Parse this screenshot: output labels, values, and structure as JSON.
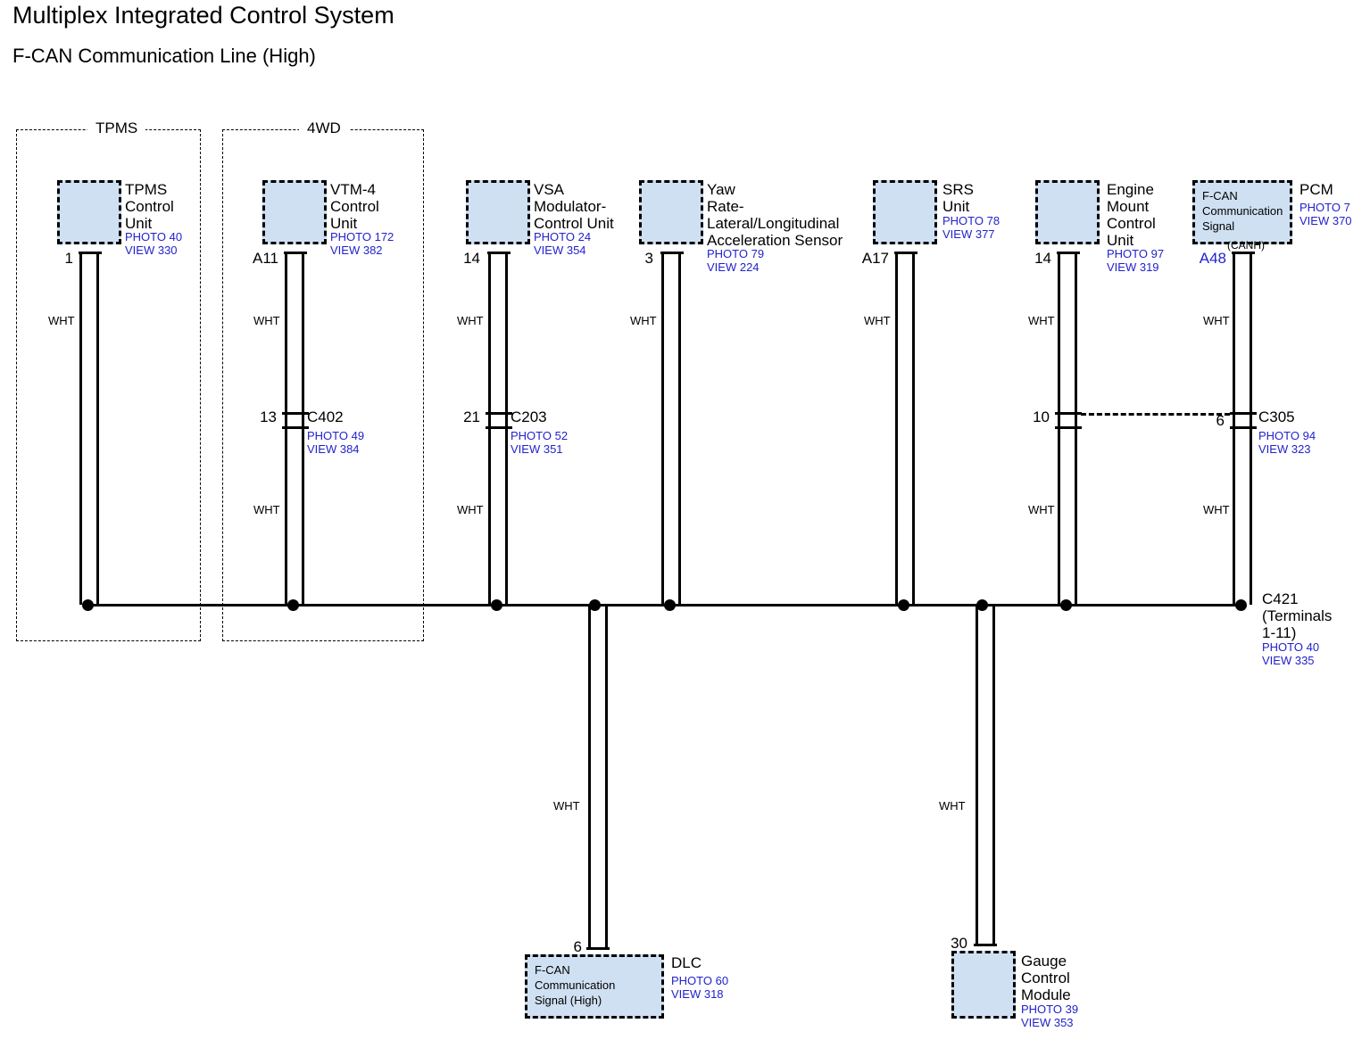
{
  "title": "Multiplex Integrated Control System",
  "subtitle": "F-CAN Communication Line (High)",
  "wire_color_label": "WHT",
  "colors": {
    "unit_fill": "#cfe0f2",
    "reference_text": "#2222cc",
    "line": "#000000"
  },
  "enclosures": [
    {
      "label": "TPMS"
    },
    {
      "label": "4WD"
    }
  ],
  "units": [
    {
      "id": "tpms-control-unit",
      "name": "TPMS\nControl\nUnit",
      "name_lines": [
        "TPMS",
        "Control",
        "Unit"
      ],
      "photo": "PHOTO 40",
      "view": "VIEW 330",
      "terminal": "1",
      "terminal_color": "black",
      "inner_text_lines": []
    },
    {
      "id": "vtm4-control-unit",
      "name_lines": [
        "VTM-4",
        "Control",
        "Unit"
      ],
      "photo": "PHOTO 172",
      "view": "VIEW 382",
      "terminal": "A11",
      "terminal_color": "black",
      "inner_text_lines": []
    },
    {
      "id": "vsa-modulator-control-unit",
      "name_lines": [
        "VSA",
        "Modulator-",
        "Control Unit"
      ],
      "photo": "PHOTO 24",
      "view": "VIEW 354",
      "terminal": "14",
      "terminal_color": "black",
      "inner_text_lines": []
    },
    {
      "id": "yaw-rate-sensor",
      "name_lines": [
        "Yaw",
        "Rate-",
        "Lateral/Longitudinal",
        "Acceleration Sensor"
      ],
      "photo": "PHOTO 79",
      "view": "VIEW 224",
      "terminal": "3",
      "terminal_color": "black",
      "inner_text_lines": []
    },
    {
      "id": "srs-unit",
      "name_lines": [
        "SRS",
        "Unit"
      ],
      "photo": "PHOTO 78",
      "view": "VIEW 377",
      "terminal": "A17",
      "terminal_color": "black",
      "inner_text_lines": []
    },
    {
      "id": "engine-mount-control-unit",
      "name_lines": [
        "Engine",
        "Mount",
        "Control",
        "Unit"
      ],
      "photo": "PHOTO 97",
      "view": "VIEW 319",
      "terminal": "14",
      "terminal_color": "black",
      "inner_text_lines": []
    },
    {
      "id": "pcm",
      "name_lines": [
        "PCM"
      ],
      "photo": "PHOTO 7",
      "view": "VIEW 370",
      "terminal": "A48",
      "terminal_color": "blue",
      "inner_text_lines": [
        "F-CAN",
        "Communication",
        "Signal"
      ],
      "inner_sub": "(CANH)"
    },
    {
      "id": "dlc",
      "name_lines": [
        "DLC"
      ],
      "photo": "PHOTO 60",
      "view": "VIEW 318",
      "terminal": "6",
      "terminal_color": "black",
      "inner_text_lines": [
        "F-CAN",
        "Communication",
        "Signal (High)"
      ]
    },
    {
      "id": "gauge-control-module",
      "name_lines": [
        "Gauge",
        "Control",
        "Module"
      ],
      "photo": "PHOTO 39",
      "view": "VIEW 353",
      "terminal": "30",
      "terminal_color": "black",
      "inner_text_lines": []
    }
  ],
  "connectors": [
    {
      "id": "c402",
      "name": "C402",
      "terminal": "13",
      "photo": "PHOTO 49",
      "view": "VIEW 384"
    },
    {
      "id": "c203",
      "name": "C203",
      "terminal": "21",
      "photo": "PHOTO 52",
      "view": "VIEW 351"
    },
    {
      "id": "c305-left",
      "name": "",
      "terminal": "10",
      "photo": "",
      "view": ""
    },
    {
      "id": "c305",
      "name": "C305",
      "terminal": "6",
      "photo": "PHOTO 94",
      "view": "VIEW 323"
    }
  ],
  "bus": {
    "name": "C421",
    "detail_lines": [
      "(Terminals",
      "1-11)"
    ],
    "photo": "PHOTO 40",
    "view": "VIEW 335"
  }
}
